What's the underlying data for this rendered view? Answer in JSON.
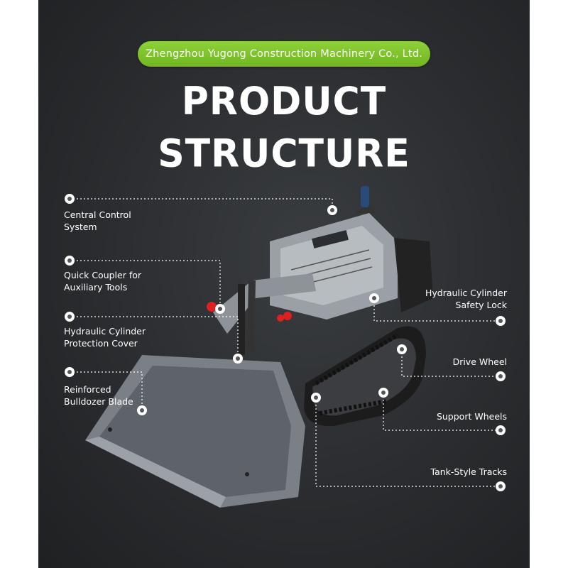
{
  "header": {
    "company": "Zhengzhou Yugong Construction Machinery Co., Ltd.",
    "title": "PRODUCT STRUCTURE"
  },
  "callouts": {
    "central_control": "Central Control\nSystem",
    "quick_coupler": "Quick Coupler for\nAuxiliary Tools",
    "hyd_cover": "Hydraulic Cylinder\nProtection Cover",
    "blade": "Reinforced\nBulldozer Blade",
    "safety_lock": "Hydraulic Cylinder\nSafety Lock",
    "drive_wheel": "Drive Wheel",
    "support_wheels": "Support Wheels",
    "tracks": "Tank-Style Tracks"
  },
  "colors": {
    "accent_green": "#7cc42a",
    "background": "#2c2e31",
    "text": "#ffffff"
  }
}
